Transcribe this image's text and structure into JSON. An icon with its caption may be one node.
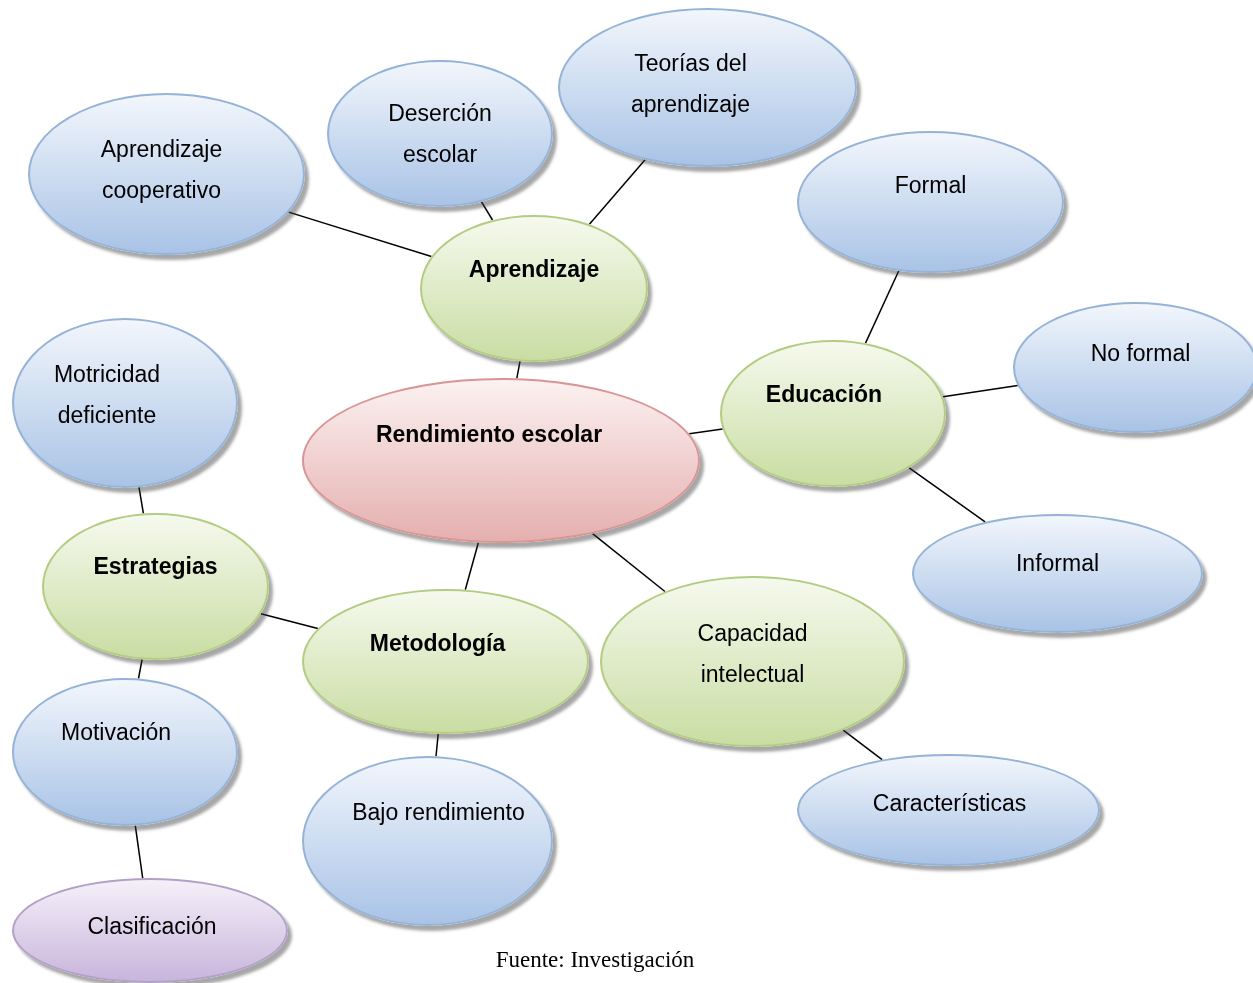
{
  "diagram": {
    "caption": "Fuente: Investigación",
    "nodes": [
      {
        "text": [
          "Rendimiento escolar"
        ]
      },
      {
        "text": [
          "Aprendizaje"
        ]
      },
      {
        "text": [
          "Aprendizaje cooperativo"
        ]
      },
      {
        "text": [
          "Deserción escolar"
        ]
      },
      {
        "text": [
          "Teorías del aprendizaje"
        ]
      },
      {
        "text": [
          "Educación"
        ]
      },
      {
        "text": [
          "Formal"
        ]
      },
      {
        "text": [
          "No formal"
        ]
      },
      {
        "text": [
          "Informal"
        ]
      },
      {
        "text": [
          "Capacidad intelectual"
        ]
      },
      {
        "text": [
          "Características"
        ]
      },
      {
        "text": [
          "Metodología"
        ]
      },
      {
        "text": [
          "Bajo rendimiento"
        ]
      },
      {
        "text": [
          "Estrategias"
        ]
      },
      {
        "text": [
          "Motricidad deficiente"
        ]
      },
      {
        "text": [
          "Motivación"
        ]
      },
      {
        "text": [
          "Clasificación"
        ]
      }
    ],
    "edges": [
      {
        "from": 1,
        "to": 0,
        "arrow": "none"
      },
      {
        "from": 2,
        "to": 1,
        "arrow": "none"
      },
      {
        "from": 3,
        "to": 1,
        "arrow": "none"
      },
      {
        "from": 4,
        "to": 1,
        "arrow": "none"
      },
      {
        "from": 5,
        "to": 0,
        "arrow": "none"
      },
      {
        "from": 6,
        "to": 5,
        "arrow": "none"
      },
      {
        "from": 7,
        "to": 5,
        "arrow": "none"
      },
      {
        "from": 8,
        "to": 5,
        "arrow": "none"
      },
      {
        "from": 9,
        "to": 0,
        "arrow": "none"
      },
      {
        "from": 10,
        "to": 9,
        "arrow": "none"
      },
      {
        "from": 11,
        "to": 0,
        "arrow": "none"
      },
      {
        "from": 12,
        "to": 11,
        "arrow": "none"
      },
      {
        "from": 13,
        "to": 11,
        "arrow": "none"
      },
      {
        "from": 14,
        "to": 13,
        "arrow": "none"
      },
      {
        "from": 15,
        "to": 13,
        "arrow": "none"
      },
      {
        "from": 16,
        "to": 15,
        "arrow": "none"
      }
    ]
  }
}
